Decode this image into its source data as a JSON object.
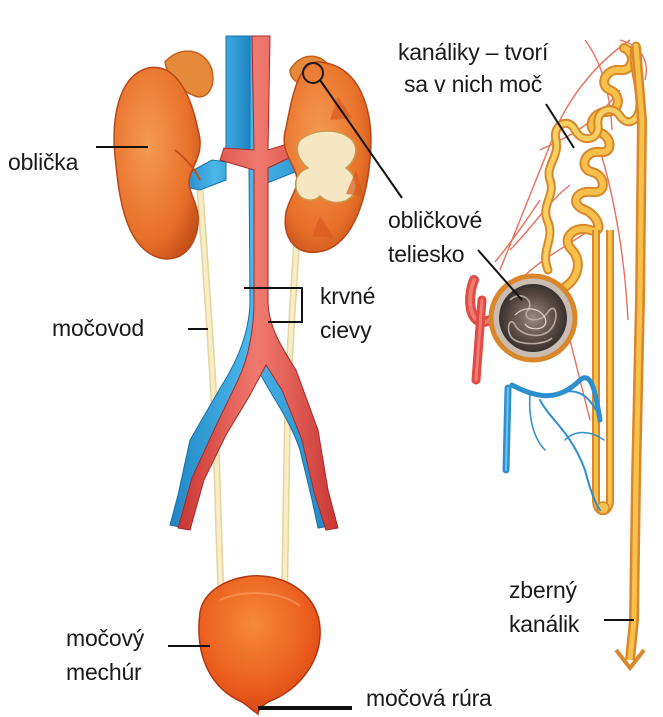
{
  "labels": {
    "oblicka": "oblička",
    "mocovod": "močovod",
    "krvne_cievy_line1": "krvné",
    "krvne_cievy_line2": "cievy",
    "mocovy_mechur_line1": "močový",
    "mocovy_mechur_line2": "mechúr",
    "mocova_rura": "močová rúra",
    "kanaliky_line1": "kanáliky –  tvorí",
    "kanaliky_line2": "sa v nich moč",
    "oblickove_teliesko_line1": "obličkové",
    "oblickove_teliesko_line2": "teliesko",
    "zberny_kanalik_line1": "zberný",
    "zberny_kanalik_line2": "kanálik"
  },
  "colors": {
    "kidney": "#e8712a",
    "kidney_dark": "#c4501a",
    "vein": "#2e9fd8",
    "artery": "#e04b45",
    "ureter": "#f3e6b8",
    "bladder": "#ea5a1c",
    "tubule": "#f2b13c",
    "tubule_edge": "#d9872a",
    "glomerulus_dark": "#3a3a3a",
    "leader": "#111111"
  },
  "icons": {
    "urinary_system": "urinary-system-illustration",
    "nephron": "nephron-illustration"
  }
}
